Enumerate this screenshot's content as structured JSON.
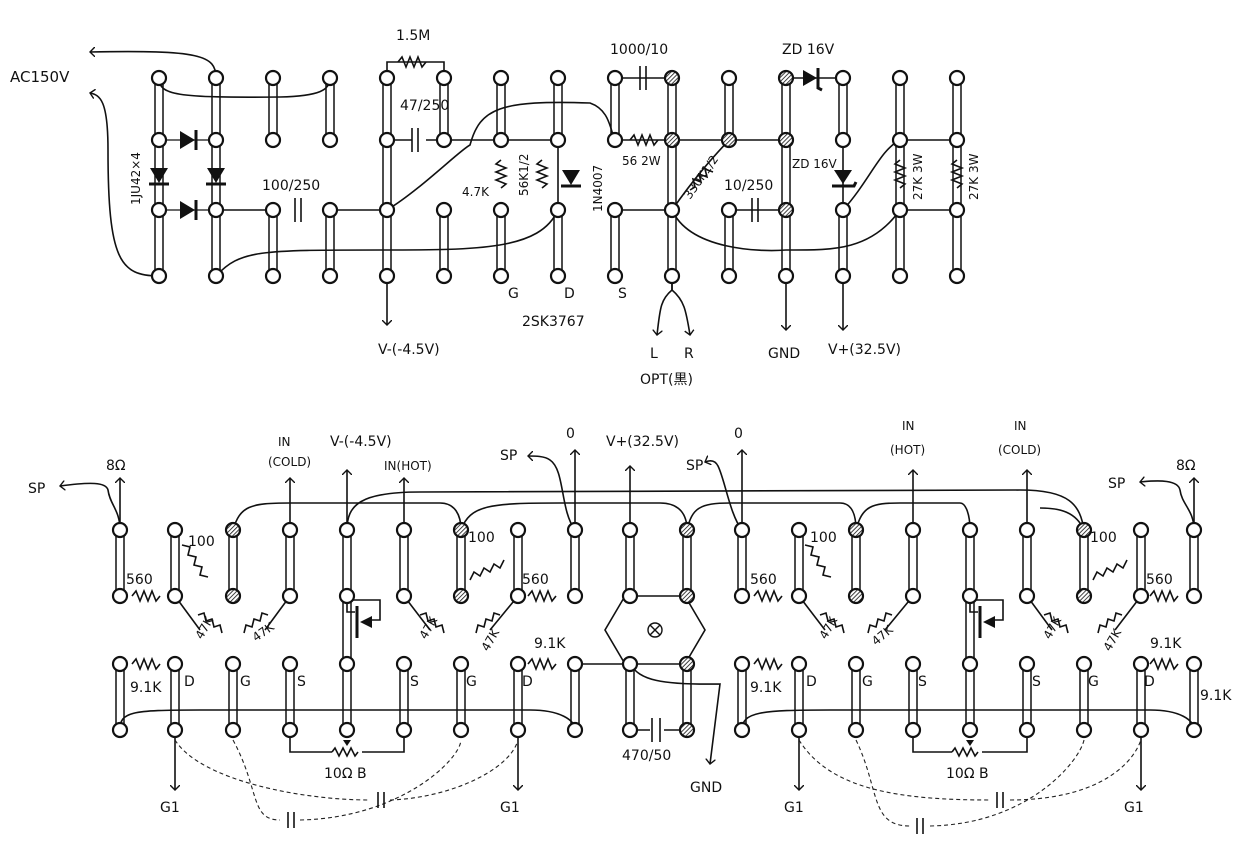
{
  "power_board": {
    "ac_input": "AC150V",
    "bridge_diodes": "1JU42×4",
    "filter_cap_1": "100/250",
    "resistor_1": "1.5M",
    "cap_2": "47/250",
    "resistor_2": "4.7K",
    "resistor_3": "56K1/2",
    "diode": "1N4007",
    "cap_3": "1000/10",
    "resistor_4": "56 2W",
    "resistor_5": "330K1/2",
    "cap_4": "10/250",
    "zener_1": "ZD 16V",
    "zener_2": "ZD 16V",
    "resistor_6": "27K 3W",
    "resistor_7": "27K 3W",
    "pin_g": "G",
    "pin_d": "D",
    "pin_s": "S",
    "fet": "2SK3767",
    "v_minus": "V-(-4.5V)",
    "opt_l": "L",
    "opt_r": "R",
    "opt": "OPT(黒)",
    "gnd": "GND",
    "v_plus": "V+(32.5V)"
  },
  "amp_board": {
    "sp_left": "SP",
    "ohm_left": "8Ω",
    "r560_1": "560",
    "r100_1": "100",
    "in_cold_left": "IN",
    "in_cold_left_sub": "(COLD)",
    "v_minus": "V-(-4.5V)",
    "in_hot_left": "IN(HOT)",
    "r100_2": "100",
    "r560_2": "560",
    "sp_mid_left": "SP",
    "zero_1": "0",
    "v_plus": "V+(32.5V)",
    "sp_mid_right": "SP",
    "zero_2": "0",
    "r560_3": "560",
    "r100_3": "100",
    "in_hot_right": "IN",
    "in_hot_right_sub": "(HOT)",
    "in_cold_right": "IN",
    "in_cold_right_sub": "(COLD)",
    "r100_4": "100",
    "r560_4": "560",
    "sp_right": "SP",
    "ohm_right": "8Ω",
    "r47k_1": "47K",
    "r47k_2": "47K",
    "r47k_3": "47K",
    "r47k_4": "47K",
    "r47k_5": "47K",
    "r47k_6": "47K",
    "r47k_7": "47K",
    "r47k_8": "47K",
    "r91k_1": "9.1K",
    "r91k_2": "9.1K",
    "r91k_3": "9.1K",
    "r91k_4": "9.1K",
    "r91k_5": "9.1K",
    "pin_d": "D",
    "pin_g": "G",
    "pin_s": "S",
    "pot_left": "10Ω B",
    "pot_right": "10Ω B",
    "cap_470": "470/50",
    "gnd": "GND",
    "g1": "G1"
  }
}
